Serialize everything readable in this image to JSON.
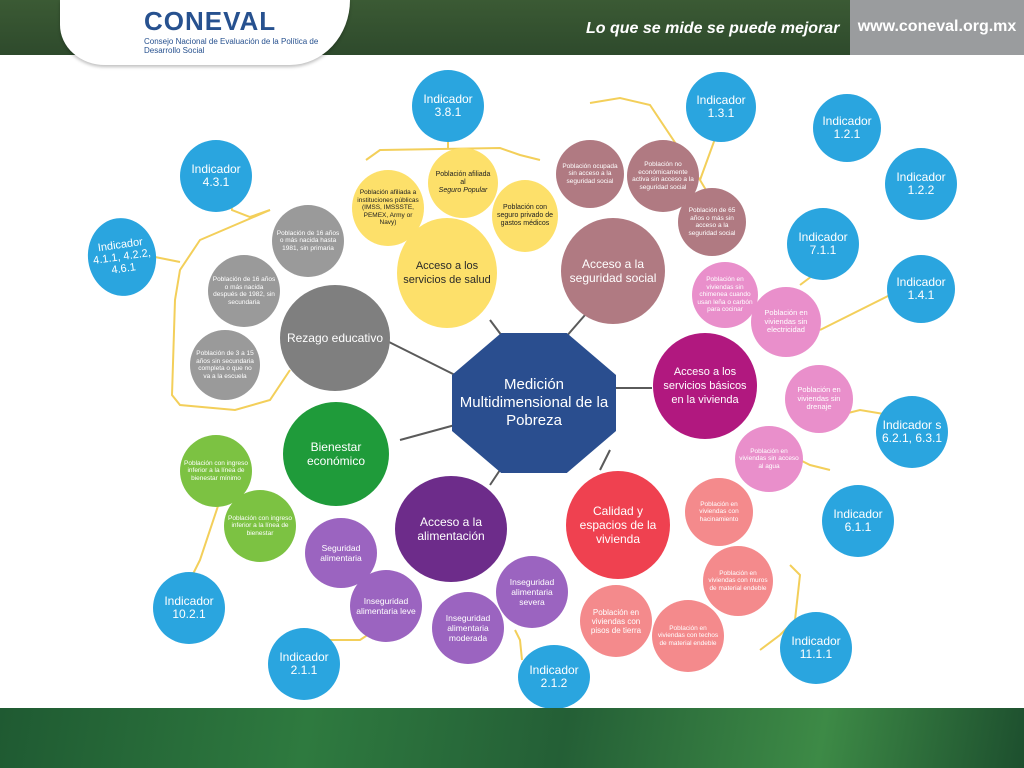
{
  "header": {
    "logo_word": "CONEVAL",
    "logo_subtitle": "Consejo Nacional de Evaluación de la Política de Desarrollo Social",
    "slogan": "Lo que se mide se puede mejorar",
    "url": "www.coneval.org.mx"
  },
  "colors": {
    "indicator": "#2aa5df",
    "center": "#2a4e8f",
    "salud": "#fde06a",
    "seguridad_social": "#b07a82",
    "servicios_basicos": "#b1187f",
    "calidad_vivienda": "#ef4150",
    "alimentacion": "#6d2c8a",
    "bienestar": "#1f9b3a",
    "rezago": "#7f7f7f",
    "connector": "#f3cf5a"
  },
  "center": {
    "label": "Medición Multidimensional de la Pobreza"
  },
  "dimensions": {
    "salud": {
      "label": "Acceso a los servicios de salud"
    },
    "seguridad_social": {
      "label": "Acceso a la seguridad social"
    },
    "servicios_basicos": {
      "label": "Acceso a los servicios básicos en la vivienda"
    },
    "calidad_vivienda": {
      "label": "Calidad y espacios de la vivienda"
    },
    "alimentacion": {
      "label": "Acceso a la alimentación"
    },
    "bienestar": {
      "label": "Bienestar económico"
    },
    "rezago": {
      "label": "Rezago educativo"
    }
  },
  "subitems": {
    "salud_1": "Población afiliada a instituciones públicas (IMSS, IMSSSTE, PEMEX, Army or Navy)",
    "salud_2a": "Población afiliada al",
    "salud_2b": "Seguro Popular",
    "salud_3": "Población con seguro privado de gastos médicos",
    "ss_1": "Población ocupada sin acceso a la seguridad social",
    "ss_2": "Población no económicamente activa sin acceso a la seguridad social",
    "ss_3": "Población de 65 años o más sin acceso a la seguridad social",
    "sb_1": "Población en viviendas sin chimenea cuando usan leña o carbón para cocinar",
    "sb_2": "Población en viviendas sin electricidad",
    "sb_3": "Población en viviendas sin drenaje",
    "sb_4": "Población en viviendas sin acceso al agua",
    "cv_1": "Población en viviendas con hacinamiento",
    "cv_2": "Población en viviendas con muros de material endeble",
    "cv_3": "Población en viviendas con techos de material endeble",
    "cv_4": "Población en viviendas con pisos de tierra",
    "al_1": "Inseguridad alimentaria severa",
    "al_2": "Inseguridad alimentaria moderada",
    "al_3": "Inseguridad alimentaria leve",
    "al_4": "Seguridad alimentaria",
    "be_1": "Población con ingreso inferior a la línea de bienestar mínimo",
    "be_2": "Población con ingreso inferior a la línea de bienestar",
    "re_1": "Población de 16 años o más nacida hasta 1981, sin primaria",
    "re_2": "Población de 16 años o más nacida después de 1982, sin secundaria",
    "re_3": "Población de 3 a 15 años sin secundaria completa o que no va a la escuela"
  },
  "indicators": {
    "i381": "Indicador 3.8.1",
    "i131": "Indicador 1.3.1",
    "i121": "Indicador 1.2.1",
    "i122": "Indicador 1.2.2",
    "i711": "Indicador 7.1.1",
    "i141": "Indicador 1.4.1",
    "i621": "Indicador s 6.2.1, 6.3.1",
    "i611": "Indicador 6.1.1",
    "i1111": "Indicador 11.1.1",
    "i212": "Indicador 2.1.2",
    "i211": "Indicador 2.1.1",
    "i1021": "Indicador 10.2.1",
    "i431": "Indicador 4.3.1",
    "i411": "Indicador 4.1.1, 4.2.2, 4.6.1"
  }
}
